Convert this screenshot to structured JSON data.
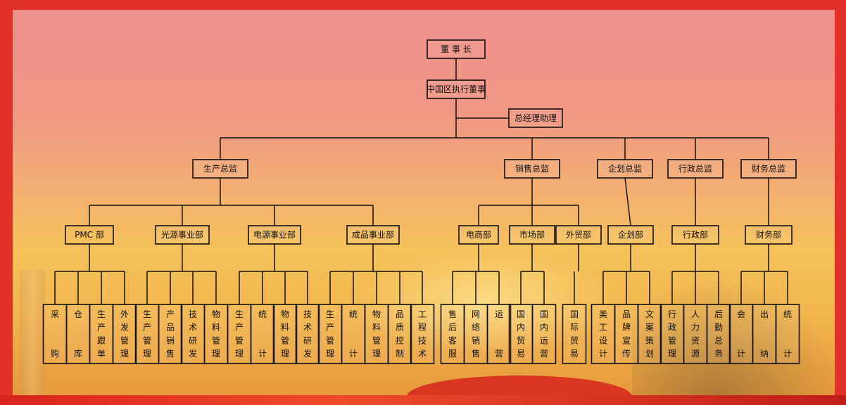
{
  "root": "董 事 长",
  "executive": "中国区执行董事",
  "assistant": "总经理助理",
  "divisions": [
    {
      "name": "生产总监",
      "units": [
        {
          "name": "PMC 部",
          "leaves": [
            "采购",
            "仓库",
            "生产跟单",
            "外发管理"
          ]
        },
        {
          "name": "光源事业部",
          "leaves": [
            "生产管理",
            "产品销售",
            "技术研发",
            "物料管理"
          ]
        },
        {
          "name": "电源事业部",
          "leaves": [
            "生产管理",
            "统计",
            "物料管理",
            "技术研发"
          ]
        },
        {
          "name": "成品事业部",
          "leaves": [
            "生产管理",
            "统计",
            "物料管理",
            "品质控制",
            "工程技术"
          ]
        }
      ]
    },
    {
      "name": "销售总监",
      "units": [
        {
          "name": "电商部",
          "leaves": [
            "售后客服",
            "网络销售",
            "运营"
          ]
        },
        {
          "name": "市场部",
          "leaves": [
            "国内贸易",
            "国内运营"
          ]
        },
        {
          "name": "外贸部",
          "leaves": [
            "国际贸易"
          ]
        }
      ]
    },
    {
      "name": "企划总监",
      "units": [
        {
          "name": "企划部",
          "leaves": [
            "美工设计",
            "品牌宣传",
            "文案策划"
          ]
        }
      ]
    },
    {
      "name": "行政总监",
      "units": [
        {
          "name": "行政部",
          "leaves": [
            "行政管理",
            "人力资源",
            "后勤总务"
          ]
        }
      ]
    },
    {
      "name": "财务总监",
      "units": [
        {
          "name": "财务部",
          "leaves": [
            "会计",
            "出纳",
            "统计"
          ]
        }
      ]
    }
  ]
}
